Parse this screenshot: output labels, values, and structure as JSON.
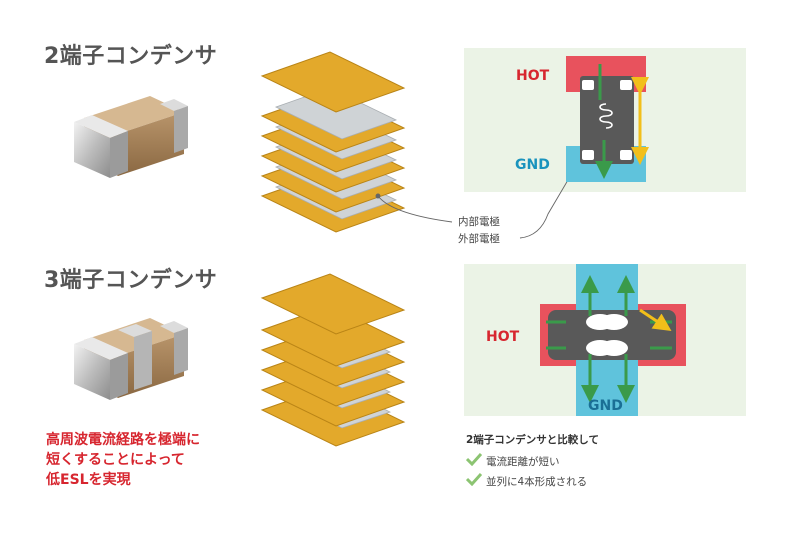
{
  "sections": [
    {
      "title": "2端子コンデンサ"
    },
    {
      "title": "3端子コンデンサ"
    }
  ],
  "labels": {
    "hot": "HOT",
    "gnd": "GND",
    "internal_electrode": "内部電極",
    "external_electrode": "外部電極"
  },
  "feature_text": [
    "高周波電流経路を極端に",
    "短くすることによって",
    "低ESLを実現"
  ],
  "comparison": {
    "heading": "2端子コンデンサと比較して",
    "items": [
      "電流距離が短い",
      "並列に4本形成される"
    ]
  },
  "colors": {
    "plate_gold": "#e3a92b",
    "plate_gray": "#cfd3d6",
    "hot_red": "#e8525d",
    "gnd_blue": "#5fc3dc",
    "arrow_green": "#3a9a4a",
    "arrow_yellow": "#f2bf1a",
    "panel_bg": "#ebf3e6",
    "accent_red": "#d7262f"
  }
}
